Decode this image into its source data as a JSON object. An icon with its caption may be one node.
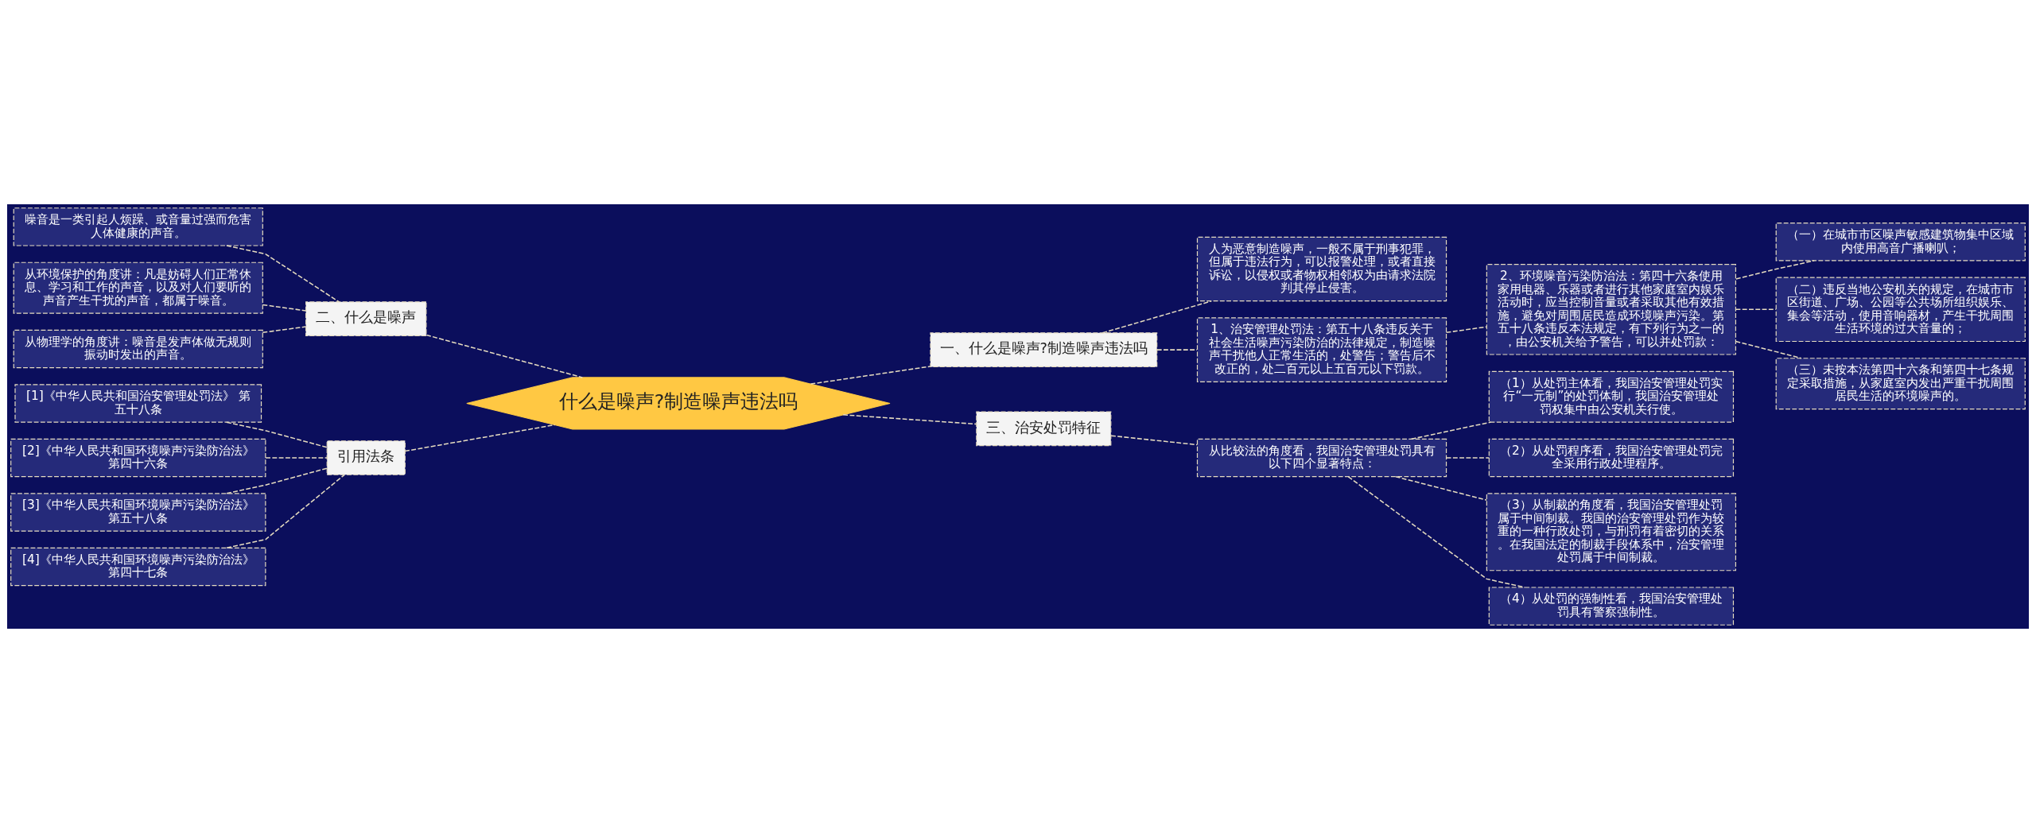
{
  "diagram": {
    "nodes": [
      {
        "text": [
          "什么是噪声?制造噪声违法吗"
        ]
      },
      {
        "text": [
          "一、什么是噪声?制造噪声违法吗"
        ]
      },
      {
        "text": [
          "人为恶意制造噪声，一般不属于刑事犯罪，但属于违法行为，可以报警处理，或者直接诉讼，以侵权或者物权相邻权为由请求法院判其停止侵害。"
        ]
      },
      {
        "text": [
          "1、治安管理处罚法：第五十八条违反关于社会生活噪声污染防治的法律规定，制造噪声干扰他人正常生活的，处警告；警告后不改正的，处二百元以上五百元以下罚款。"
        ]
      },
      {
        "text": [
          "2、环境噪音污染防治法：第四十六条使用家用电器、乐器或者进行其他家庭室内娱乐活动时，应当控制音量或者采取其他有效措施，避免对周围居民造成环境噪声污染。第五十八条违反本法规定，有下列行为之一的，由公安机关给予警告，可以并处罚款："
        ]
      },
      {
        "text": [
          "（一）在城市市区噪声敏感建筑物集中区域内使用高音广播喇叭；"
        ]
      },
      {
        "text": [
          "（二）违反当地公安机关的规定，在城市市区街道、广场、公园等公共场所组织娱乐、集会等活动，使用音响器材，产生干扰周围生活环境的过大音量的；"
        ]
      },
      {
        "text": [
          "（三）未按本法第四十六条和第四十七条规定采取措施，从家庭室内发出严重干扰周围居民生活的环境噪声的。"
        ]
      },
      {
        "text": [
          "三、治安处罚特征"
        ]
      },
      {
        "text": [
          "从比较法的角度看，我国治安管理处罚具有以下四个显著特点："
        ]
      },
      {
        "text": [
          "（1）从处罚主体看，我国治安管理处罚实行“一元制”的处罚体制，我国治安管理处罚权集中由公安机关行使。"
        ]
      },
      {
        "text": [
          "（2）从处罚程序看，我国治安管理处罚完全采用行政处理程序。"
        ]
      },
      {
        "text": [
          "（3）从制裁的角度看，我国治安管理处罚属于中间制裁。我国的治安管理处罚作为较重的一种行政处罚，与刑罚有着密切的关系。在我国法定的制裁手段体系中，治安管理处罚属于中间制裁。"
        ]
      },
      {
        "text": [
          "（4）从处罚的强制性看，我国治安管理处罚具有警察强制性。"
        ]
      },
      {
        "text": [
          "二、什么是噪声"
        ]
      },
      {
        "text": [
          "噪音是一类引起人烦躁、或音量过强而危害人体健康的声音。"
        ]
      },
      {
        "text": [
          "从环境保护的角度讲：凡是妨碍人们正常休息、学习和工作的声音，以及对人们要听的声音产生干扰的声音，都属于噪音。"
        ]
      },
      {
        "text": [
          "从物理学的角度讲：噪音是发声体做无规则振动时发出的声音。"
        ]
      },
      {
        "text": [
          "引用法条"
        ]
      },
      {
        "text": [
          "[1]《中华人民共和国治安管理处罚法》 第五十八条"
        ]
      },
      {
        "text": [
          "[2]《中华人民共和国环境噪声污染防治法》第四十六条"
        ]
      },
      {
        "text": [
          "[3]《中华人民共和国环境噪声污染防治法》第五十八条"
        ]
      },
      {
        "text": [
          "[4]《中华人民共和国环境噪声污染防治法》第四十七条"
        ]
      }
    ],
    "edges": [
      {
        "from": 0,
        "to": 1,
        "arrow": "none",
        "style": "dashed"
      },
      {
        "from": 1,
        "to": 2,
        "arrow": "none",
        "style": "dashed"
      },
      {
        "from": 1,
        "to": 3,
        "arrow": "none",
        "style": "dashed"
      },
      {
        "from": 3,
        "to": 4,
        "arrow": "none",
        "style": "dashed"
      },
      {
        "from": 4,
        "to": 5,
        "arrow": "none",
        "style": "dashed"
      },
      {
        "from": 4,
        "to": 6,
        "arrow": "none",
        "style": "dashed"
      },
      {
        "from": 4,
        "to": 7,
        "arrow": "none",
        "style": "dashed"
      },
      {
        "from": 0,
        "to": 8,
        "arrow": "none",
        "style": "dashed"
      },
      {
        "from": 8,
        "to": 9,
        "arrow": "none",
        "style": "dashed"
      },
      {
        "from": 9,
        "to": 10,
        "arrow": "none",
        "style": "dashed"
      },
      {
        "from": 9,
        "to": 11,
        "arrow": "none",
        "style": "dashed"
      },
      {
        "from": 9,
        "to": 12,
        "arrow": "none",
        "style": "dashed"
      },
      {
        "from": 9,
        "to": 13,
        "arrow": "none",
        "style": "dashed"
      },
      {
        "from": 0,
        "to": 14,
        "arrow": "none",
        "style": "dashed"
      },
      {
        "from": 14,
        "to": 15,
        "arrow": "none",
        "style": "dashed"
      },
      {
        "from": 14,
        "to": 16,
        "arrow": "none",
        "style": "dashed"
      },
      {
        "from": 14,
        "to": 17,
        "arrow": "none",
        "style": "dashed"
      },
      {
        "from": 0,
        "to": 18,
        "arrow": "none",
        "style": "dashed"
      },
      {
        "from": 18,
        "to": 19,
        "arrow": "none",
        "style": "dashed"
      },
      {
        "from": 18,
        "to": 20,
        "arrow": "none",
        "style": "dashed"
      },
      {
        "from": 18,
        "to": 21,
        "arrow": "none",
        "style": "dashed"
      },
      {
        "from": 18,
        "to": 22,
        "arrow": "none",
        "style": "dashed"
      }
    ]
  }
}
